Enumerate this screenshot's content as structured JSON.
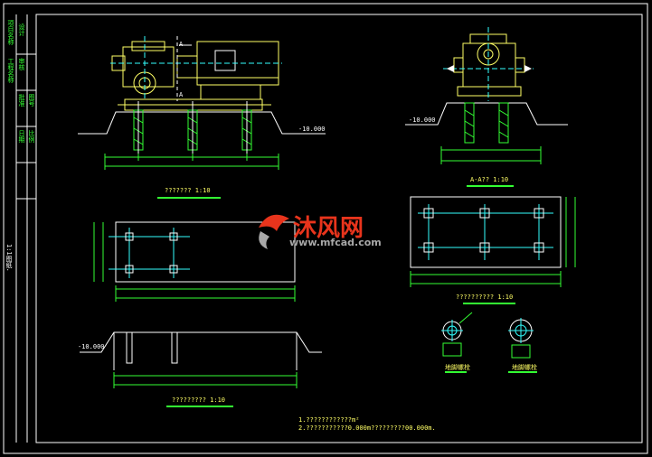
{
  "title_block": {
    "left_strip_vertical_texts": [
      "项目名称",
      "工程名称",
      "设计",
      "审核",
      "批准",
      "日期",
      "图号",
      "比例"
    ],
    "side_note": "1:1图纸."
  },
  "views": {
    "elevation_title": "??????? 1:10",
    "section_title": "A-A?? 1:10",
    "plan_title": "?????????? 1:10",
    "foundation_section_title": "????????? 1:10",
    "detail_left_title": "地脚螺栓",
    "detail_right_title": "地脚螺栓"
  },
  "markers": {
    "section_mark_upper": "A",
    "section_mark_lower": "A"
  },
  "elevations": {
    "elevation_left": "-10.000",
    "elevation_right": "-10.000",
    "elevation_foundation": "-10.000"
  },
  "notes": {
    "line1": "1.????????????m²",
    "line2": "2.???????????0.000m?????????00.000m."
  },
  "watermark": {
    "cn": "沐风网",
    "url": "www.mfcad.com"
  },
  "colors": {
    "background": "#000000",
    "frame": "#ffffff",
    "line_green": "#33ff33",
    "line_yellow": "#ffff66",
    "line_cyan": "#33ffff",
    "watermark_red": "#e8341c",
    "watermark_gray": "#a8a8a8"
  }
}
